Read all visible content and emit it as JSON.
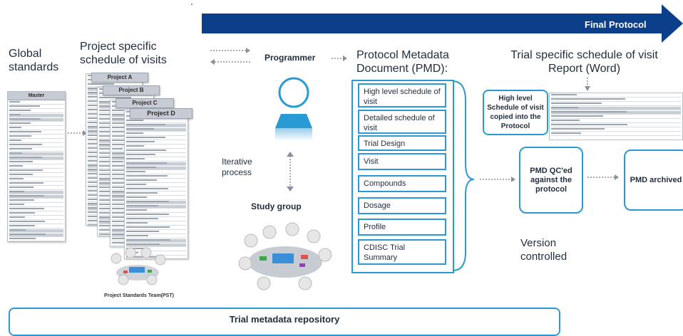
{
  "banner": {
    "label": "Final Protocol",
    "color": "#0b3f8a"
  },
  "left": {
    "global_standards": "Global standards",
    "project_schedule": "Project specific schedule of visits",
    "master_title": "Master",
    "projects": [
      "Project A",
      "Project B",
      "Project C",
      "Project D"
    ],
    "team_label": "Project Standards Team(PST)"
  },
  "programmer": {
    "label": "Programmer"
  },
  "iterative": {
    "label": "Iterative process"
  },
  "study_group": {
    "label": "Study group"
  },
  "pmd": {
    "title": "Protocol Metadata Document (PMD):",
    "items": [
      "High level schedule of visit",
      "Detailed schedule of visit",
      "Trial Design",
      "Visit",
      "Compounds",
      "Dosage",
      "Profile",
      "CDISC Trial Summary"
    ]
  },
  "trial_report": {
    "title": "Trial specific schedule of visit Report (Word)"
  },
  "high_level_box": "High level Schedule of visit copied into the Protocol",
  "qc_box": "PMD QC'ed against the protocol",
  "archived_box": "PMD archived",
  "version": "Version controlled",
  "repository": {
    "label": "Trial metadata repository"
  },
  "colors": {
    "accent": "#2a9ad4",
    "dark_blue": "#0b3f8a"
  }
}
